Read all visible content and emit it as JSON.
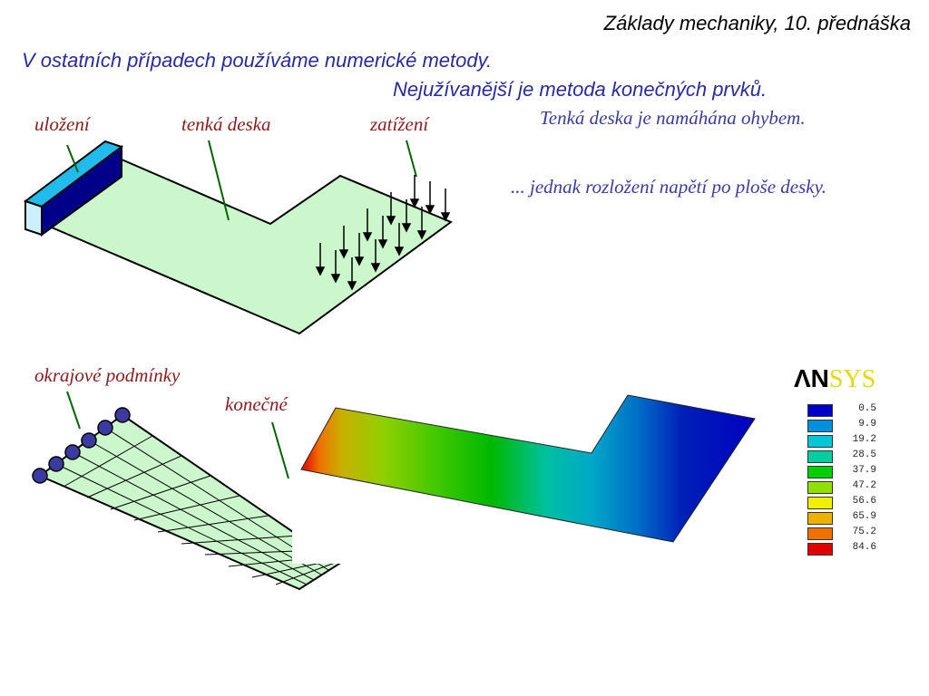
{
  "header": {
    "title": "Základy mechaniky, 10. přednáška"
  },
  "intro": {
    "line1": "V ostatních případech používáme numerické metody.",
    "line2": "Nejužívanější je metoda konečných prvků."
  },
  "notes": {
    "bending": "Tenká deska je namáhána ohybem.",
    "distribution": "... jednak rozložení napětí po ploše desky."
  },
  "labels": {
    "support": "uložení",
    "plate": "tenká deska",
    "load": "zatížení",
    "boundary": "okrajové podmínky",
    "elements": "konečné"
  },
  "ansys": {
    "logo_an": "ΛN",
    "logo_sys": "SYS"
  },
  "legend": [
    {
      "value": "0.5",
      "color": "#0000c8"
    },
    {
      "value": "9.9",
      "color": "#0090e0"
    },
    {
      "value": "19.2",
      "color": "#00c8d8"
    },
    {
      "value": "28.5",
      "color": "#00d0a0"
    },
    {
      "value": "37.9",
      "color": "#00d000"
    },
    {
      "value": "47.2",
      "color": "#90e000"
    },
    {
      "value": "56.6",
      "color": "#f0f000"
    },
    {
      "value": "65.9",
      "color": "#f0b000"
    },
    {
      "value": "75.2",
      "color": "#f07000"
    },
    {
      "value": "84.6",
      "color": "#e00000"
    }
  ],
  "colors": {
    "plate_fill": "#ccf7cc",
    "support_fill": "#22bbee",
    "node_fill": "#3a3aa0"
  }
}
